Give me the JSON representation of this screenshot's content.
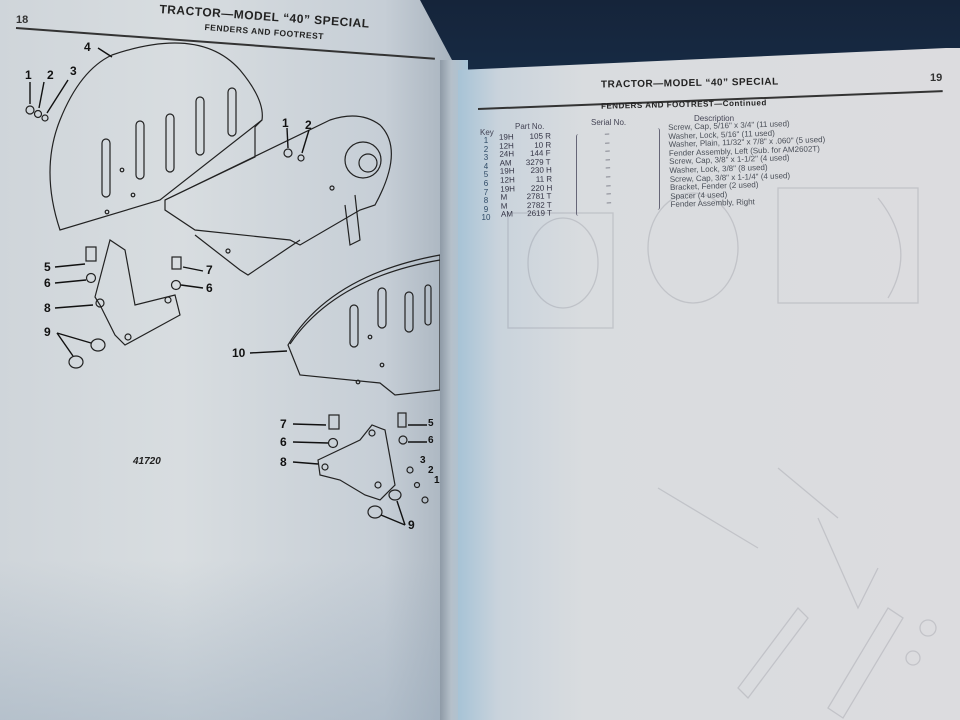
{
  "document": {
    "type": "parts catalog (open booklet)",
    "left_page": {
      "page_number": "18",
      "title": "TRACTOR—MODEL “40” SPECIAL",
      "section": "FENDERS AND FOOTREST",
      "figure_id": "41720",
      "illustration": {
        "upper_assembly_callouts": [
          "1",
          "2",
          "3",
          "4",
          "1",
          "2",
          "5",
          "6",
          "7",
          "6",
          "8",
          "9"
        ],
        "lower_assembly_callouts": [
          "10",
          "7",
          "6",
          "8",
          "5",
          "6",
          "3",
          "2",
          "1",
          "9"
        ]
      }
    },
    "right_page": {
      "page_number": "19",
      "title": "TRACTOR—MODEL “40” SPECIAL",
      "section": "FENDERS AND FOOTREST—Continued",
      "table": {
        "headers": {
          "key": "Key",
          "part_no": "Part No.",
          "serial_no": "Serial No.",
          "description": "Description"
        },
        "rows": [
          {
            "key": "1",
            "prefix": "19H",
            "number": "105",
            "suffix": "R",
            "serial": "–",
            "description": "Screw, Cap, 5/16\" x 3/4\" (11 used)"
          },
          {
            "key": "2",
            "prefix": "12H",
            "number": "10",
            "suffix": "R",
            "serial": "–",
            "description": "Washer, Lock, 5/16\" (11 used)"
          },
          {
            "key": "3",
            "prefix": "24H",
            "number": "144",
            "suffix": "F",
            "serial": "–",
            "description": "Washer, Plain, 11/32\" x 7/8\" x .060\" (5 used)"
          },
          {
            "key": "4",
            "prefix": "AM",
            "number": "3279",
            "suffix": "T",
            "serial": "–",
            "description": "Fender Assembly, Left (Sub. for AM2602T)"
          },
          {
            "key": "5",
            "prefix": "19H",
            "number": "230",
            "suffix": "H",
            "serial": "–",
            "description": "Screw, Cap, 3/8\" x 1-1/2\" (4 used)"
          },
          {
            "key": "6",
            "prefix": "12H",
            "number": "11",
            "suffix": "R",
            "serial": "–",
            "description": "Washer, Lock, 3/8\" (8 used)"
          },
          {
            "key": "7",
            "prefix": "19H",
            "number": "220",
            "suffix": "H",
            "serial": "–",
            "description": "Screw, Cap, 3/8\" x 1-1/4\" (4 used)"
          },
          {
            "key": "8",
            "prefix": "M",
            "number": "2781",
            "suffix": "T",
            "serial": "–",
            "description": "Bracket, Fender (2 used)"
          },
          {
            "key": "9",
            "prefix": "M",
            "number": "2782",
            "suffix": "T",
            "serial": "–",
            "description": "Spacer (4 used)"
          },
          {
            "key": "10",
            "prefix": "AM",
            "number": "2619",
            "suffix": "T",
            "serial": "",
            "description": "Fender Assembly, Right"
          }
        ]
      }
    }
  }
}
